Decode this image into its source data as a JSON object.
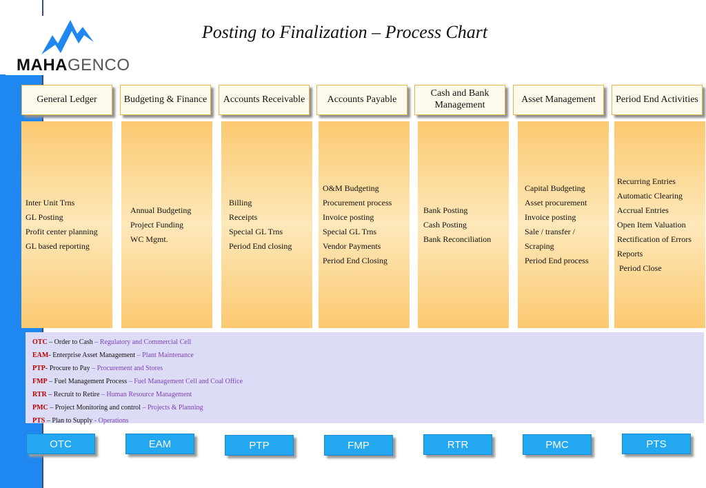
{
  "title": "Posting to Finalization – Process Chart",
  "logo": {
    "part1": "MAHA",
    "part2": "GENCO"
  },
  "columns": [
    {
      "header": "General Ledger",
      "items": [
        "Inter Unit Trns",
        "GL Posting",
        "Profit center planning",
        "GL based reporting"
      ]
    },
    {
      "header": "Budgeting & Finance",
      "items": [
        "Annual Budgeting",
        "Project Funding",
        "WC Mgmt."
      ]
    },
    {
      "header": "Accounts Receivable",
      "items": [
        "Billing",
        "Receipts",
        "Special GL Trns",
        "Period End closing"
      ]
    },
    {
      "header": "Accounts Payable",
      "items": [
        "O&M Budgeting",
        "Procurement process",
        "Invoice posting",
        "Special  GL Trns",
        "Vendor Payments",
        "Period End Closing"
      ]
    },
    {
      "header": "Cash and Bank Management",
      "items": [
        "Bank Posting",
        "Cash Posting",
        "Bank Reconciliation"
      ]
    },
    {
      "header": "Asset Management",
      "items": [
        "Capital Budgeting",
        "Asset procurement",
        "Invoice posting",
        "Sale / transfer /",
        "Scraping",
        "Period End process"
      ]
    },
    {
      "header": "Period End Activities",
      "items": [
        "Recurring Entries",
        "Automatic Clearing",
        "Accrual Entries",
        "Open Item Valuation",
        "Rectification of Errors",
        "Reports",
        " Period Close"
      ]
    }
  ],
  "legend": [
    {
      "code": "OTC",
      "sep1": " – ",
      "desc": "Order to Cash",
      "sep2": " – ",
      "dept": "Regulatory and Commercial Cell"
    },
    {
      "code": "EAM",
      "sep1": "- ",
      "desc": "Enterprise Asset Management",
      "sep2": " – ",
      "dept": "Plant Maintenance"
    },
    {
      "code": "PTP",
      "sep1": "- ",
      "desc": "Procure to Pay",
      "sep2": " – ",
      "dept": "Procurement and Stores"
    },
    {
      "code": "FMP",
      "sep1": " – ",
      "desc": "Fuel Management Process",
      "sep2": " – ",
      "dept": "Fuel Management Cell and Coal Office"
    },
    {
      "code": "RTR",
      "sep1": " – ",
      "desc": "Recruit to Retire",
      "sep2": " – ",
      "dept": "Human Resource Management"
    },
    {
      "code": "PMC",
      "sep1": " – ",
      "desc": "Project Monitoring and control",
      "sep2": " – ",
      "dept": "Projects & Planning"
    },
    {
      "code": "PTS",
      "sep1": " – ",
      "desc": "Plan to Supply",
      "sep2": " - ",
      "dept": "Operations"
    }
  ],
  "buttons": [
    "OTC",
    "EAM",
    "PTP",
    "FMP",
    "RTR",
    "PMC",
    "PTS"
  ],
  "colors": {
    "sidebar": "#1f87f0",
    "header_border": "#e7b54a",
    "column_fill": "#fcc970",
    "legend_bg": "#dddcf7",
    "legend_code": "#c00000",
    "legend_dept": "#7b3fb8",
    "button": "#22a7f0"
  }
}
